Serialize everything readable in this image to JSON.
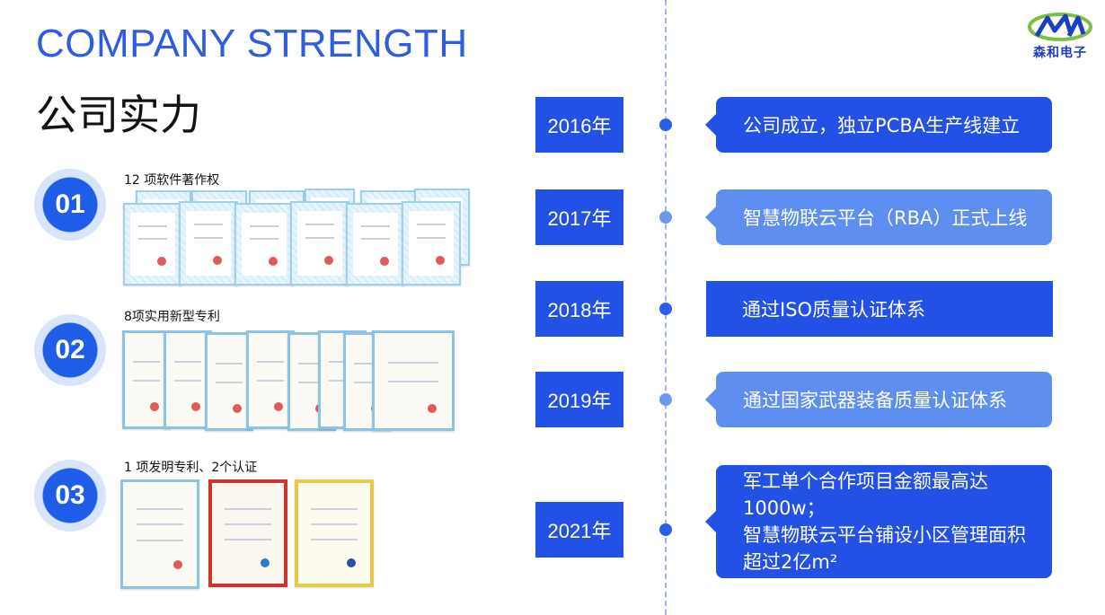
{
  "header": {
    "title_en": "COMPANY STRENGTH",
    "title_cn": "公司实力",
    "logo_text": "森和电子"
  },
  "sections": [
    {
      "number": "01",
      "label": "12 项软件著作权"
    },
    {
      "number": "02",
      "label": "8项实用新型专利"
    },
    {
      "number": "03",
      "label": "1 项发明专利、2个认证"
    }
  ],
  "timeline": [
    {
      "year": "2016年",
      "event": "公司成立，独立PCBA生产线建立"
    },
    {
      "year": "2017年",
      "event": "智慧物联云平台（RBA）正式上线"
    },
    {
      "year": "2018年",
      "event": "通过ISO质量认证体系"
    },
    {
      "year": "2019年",
      "event": "通过国家武器装备质量认证体系"
    },
    {
      "year": "2021年",
      "event_lines": [
        "军工单个合作项目金额最高达",
        "1000w；",
        "智慧物联云平台铺设小区管理面积",
        "超过2亿m²"
      ]
    }
  ],
  "colors": {
    "accent": "#2351e6",
    "accent_light": "#5e8ff0",
    "title_blue": "#2f5de0"
  }
}
